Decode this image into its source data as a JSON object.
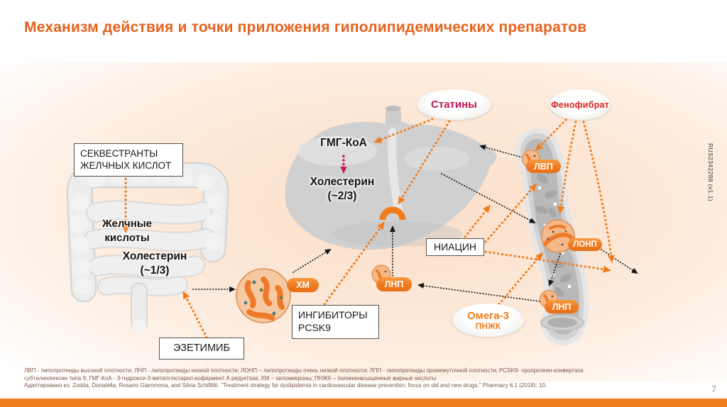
{
  "slide": {
    "title": "Механизм действия и точки приложения гиполипидемических препаратов",
    "page_number": "7",
    "side_code": "RUS2342288 (v1.1)",
    "accent_orange": "#F07C1C",
    "title_color": "#E8611C",
    "statins_color": "#BE1458",
    "fenofibrate_color": "#D8251D"
  },
  "drugs": {
    "sequestrants": "СЕКВЕСТРАНТЫ\nЖЕЛЧНЫХ КИСЛОТ",
    "ezetimibe": "ЭЗЕТИМИБ",
    "statins": "Статины",
    "fenofibrate": "Фенофибрат",
    "niacin": "НИАЦИН",
    "pcsk9_inhibitors": "ИНГИБИТОРЫ\nPCSK9",
    "omega3_line1": "Омега-3",
    "omega3_line2": "ПНЖК"
  },
  "organs": {
    "bile_acids": "Желчные\nкислоты",
    "cholesterol_intestine": "Холестерин\n(~1/3)",
    "hmg_coa": "ГМГ-КоА",
    "cholesterol_liver": "Холестерин\n(~2/3)"
  },
  "lipoproteins": {
    "hm": "ХМ",
    "lnp_liver": "ЛНП",
    "lvp": "ЛВП",
    "lonp": "ЛОНП",
    "lnp_vessel": "ЛНП"
  },
  "footnotes": {
    "line1": "ЛВП - липопротеиды высокой плотности; ЛНП - липопротеиды низкой плотности;  ЛОНП – липопротеиды очень низкой плотности; ЛПП - липопротеиды промежуточной плотности; PCSK9- пропротеин-конвертаза",
    "line2": "субтилин/кексин типа 9; ГМГ-КоА - 3-гидрокси-3-метилглютарил-кофермент А редуктаза; ХМ – хиломикроны; ПНЖК – полиненасыщенные жирные кислоты",
    "line3": "Адаптировано из: Zodda, Donatella, Rosario Giammona, and Silvia Schifilliti. \"Treatment strategy for dyslipidemia in cardiovascular disease prevention: focus on old and new drugs.\" Pharmacy 6.1 (2018): 10."
  }
}
